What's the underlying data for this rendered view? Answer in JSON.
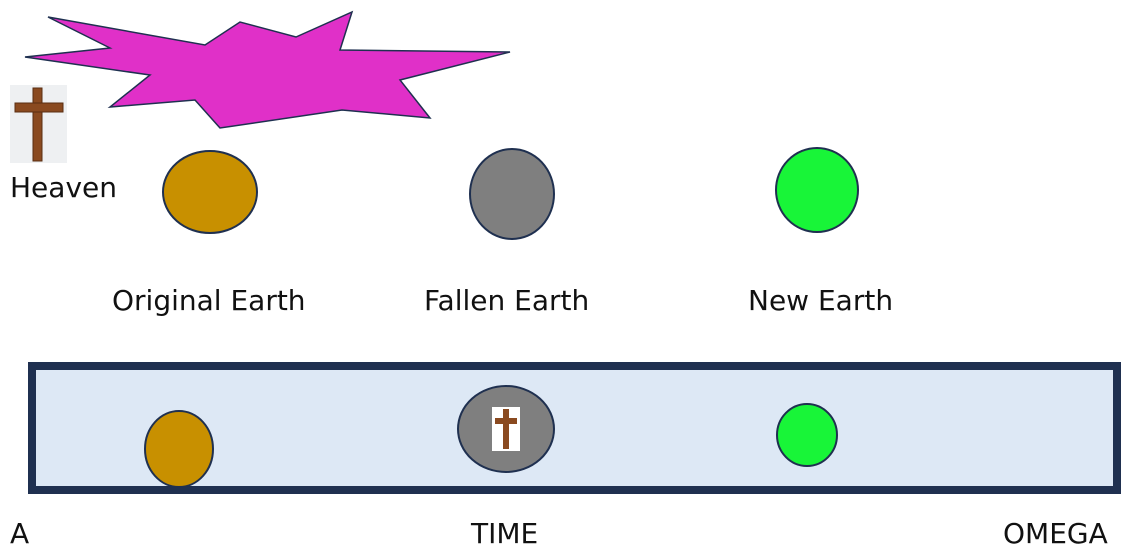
{
  "labels": {
    "heaven": "Heaven",
    "original_earth": "Original Earth",
    "fallen_earth": "Fallen Earth",
    "new_earth": "New Earth",
    "alpha": "A",
    "time": "TIME",
    "omega": "OMEGA"
  },
  "colors": {
    "starburst": "#e030c8",
    "original_earth": "#c89000",
    "fallen_earth": "#7f7f7f",
    "new_earth": "#18f538",
    "outline": "#1f3050",
    "timeline_fill": "#dde8f5",
    "cross_wood": "#8a4a20"
  },
  "icons": [
    "starburst-shape",
    "cross-icon"
  ]
}
